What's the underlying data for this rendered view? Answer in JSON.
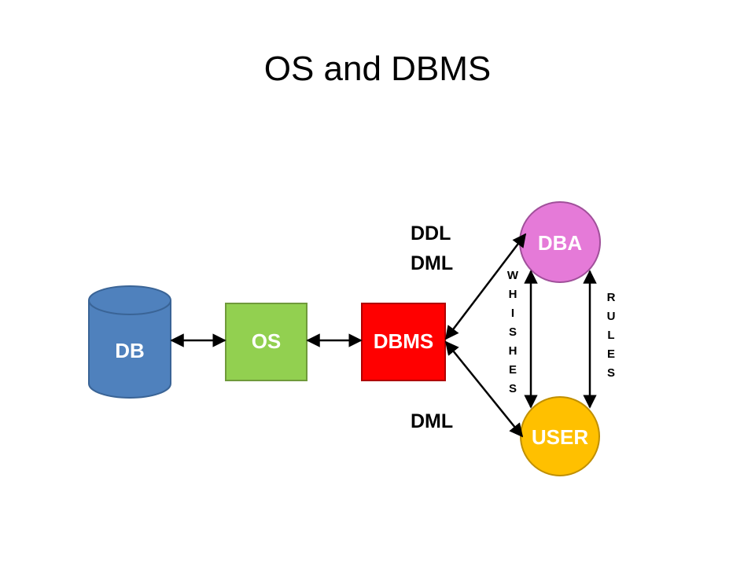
{
  "title": "OS and DBMS",
  "nodes": {
    "db": {
      "label": "DB",
      "color": "#4f81bd"
    },
    "os": {
      "label": "OS",
      "color": "#92d050"
    },
    "dbms": {
      "label": "DBMS",
      "color": "#ff0000"
    },
    "dba": {
      "label": "DBA",
      "color": "#e57ad8"
    },
    "user": {
      "label": "USER",
      "color": "#ffc000"
    }
  },
  "edge_labels": {
    "ddl": "DDL",
    "dml_top": "DML",
    "dml_bottom": "DML",
    "whishes": "WHISHES",
    "rules": "RULES"
  }
}
